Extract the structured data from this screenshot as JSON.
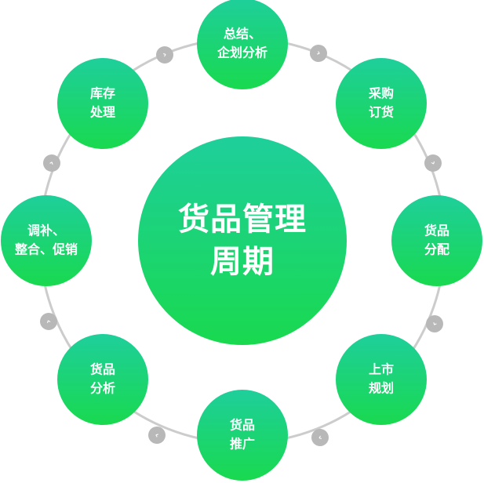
{
  "center": {
    "lines": [
      "货品管理",
      "周期"
    ]
  },
  "nodes": [
    {
      "id": "summary",
      "lines": [
        "总结、",
        "企划分析"
      ]
    },
    {
      "id": "purchase",
      "lines": [
        "采购",
        "订货"
      ]
    },
    {
      "id": "allocation",
      "lines": [
        "货品",
        "分配"
      ]
    },
    {
      "id": "launch",
      "lines": [
        "上市",
        "规划"
      ]
    },
    {
      "id": "promotion",
      "lines": [
        "货品",
        "推广"
      ]
    },
    {
      "id": "analysis",
      "lines": [
        "货品",
        "分析"
      ]
    },
    {
      "id": "adjust",
      "lines": [
        "调补、",
        "整合、促销"
      ]
    },
    {
      "id": "inventory",
      "lines": [
        "库存",
        "处理"
      ]
    }
  ],
  "connector_glyph": "›",
  "colors": {
    "gradient_top": "#1ecf9b",
    "gradient_bottom": "#19d94f",
    "ring": "#cccccc",
    "arrow_badge": "#b8b8b8",
    "background": "#ffffff"
  }
}
